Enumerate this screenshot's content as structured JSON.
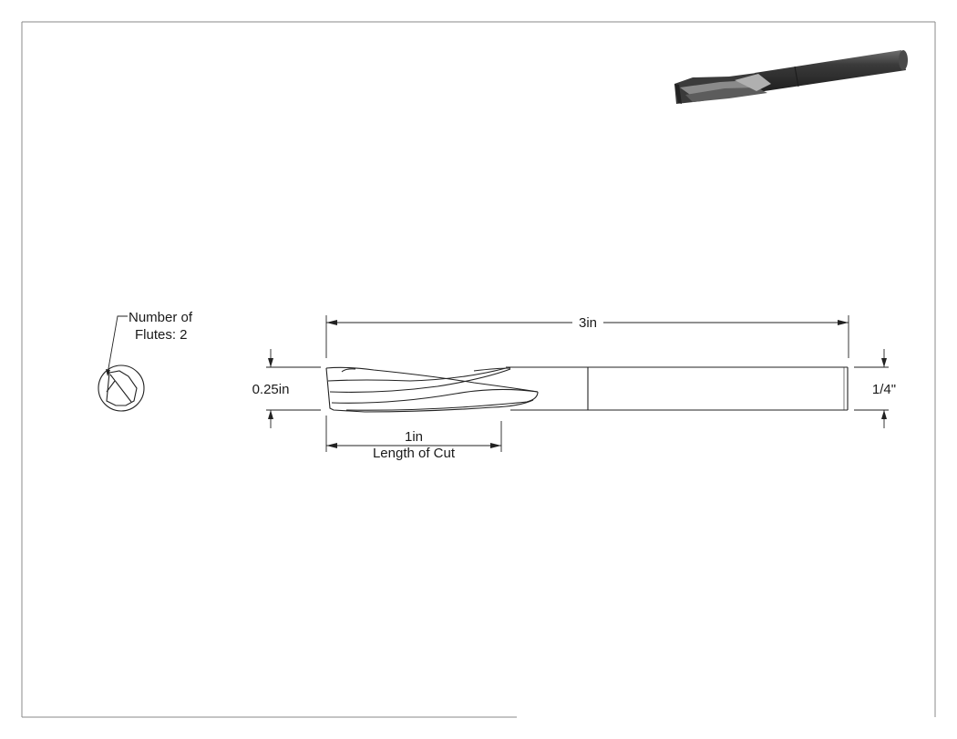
{
  "callout": {
    "line1": "Number of",
    "line2": "Flutes: 2"
  },
  "dimensions": {
    "overall_length": "3in",
    "cutting_diameter": "0.25in",
    "shank_diameter": "1/4\"",
    "length_of_cut_value": "1in",
    "length_of_cut_label": "Length of Cut"
  },
  "colors": {
    "line": "#222222",
    "frame": "#888888",
    "render_dark": "#2b2b2b",
    "render_mid": "#5a5a5a",
    "render_light": "#9a9a9a"
  }
}
